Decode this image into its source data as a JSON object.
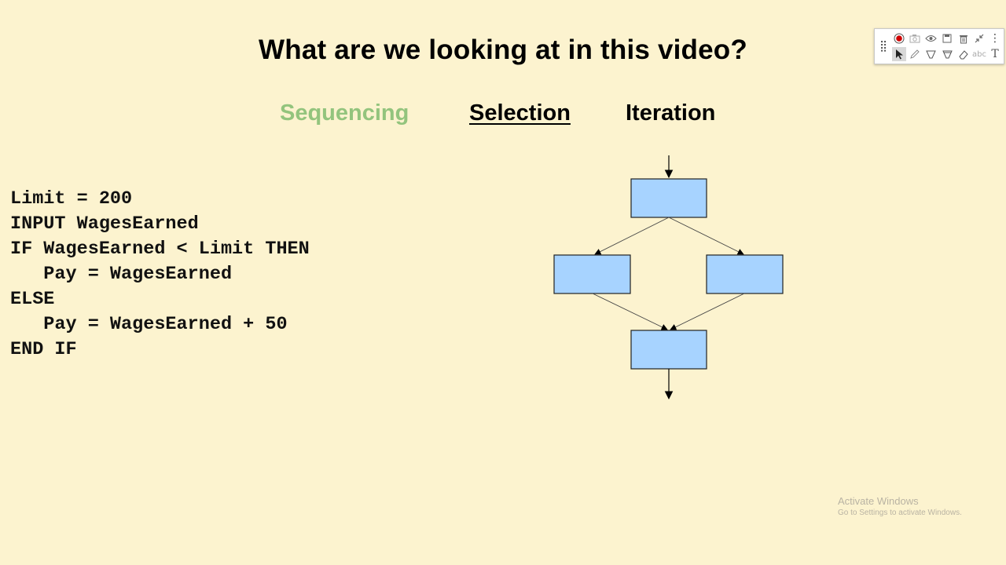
{
  "slide": {
    "title": "What are we looking at in this video?",
    "topics": {
      "sequencing": "Sequencing",
      "selection": "Selection",
      "iteration": "Iteration"
    }
  },
  "code_lines": [
    "Limit = 200",
    "INPUT WagesEarned",
    "IF WagesEarned < Limit THEN",
    "   Pay = WagesEarned",
    "ELSE",
    "   Pay = WagesEarned + 50",
    "END IF"
  ],
  "colors": {
    "background": "#fcf3cf",
    "sequencing_label": "#93c47d",
    "flowchart_box": "#a7d3ff"
  },
  "toolbar": {
    "icons": [
      "grip-icon",
      "record-icon",
      "camera-icon",
      "eye-icon",
      "save-icon",
      "trash-icon",
      "collapse-icon",
      "more-icon",
      "cursor-icon",
      "pen-icon",
      "highlighter-icon",
      "marker-icon",
      "eraser-icon",
      "text-recognize-icon",
      "text-icon"
    ],
    "text_recognize_label": "abc",
    "text_tool_label": "T"
  },
  "watermark": {
    "title": "Activate Windows",
    "subtitle": "Go to Settings to activate Windows."
  }
}
